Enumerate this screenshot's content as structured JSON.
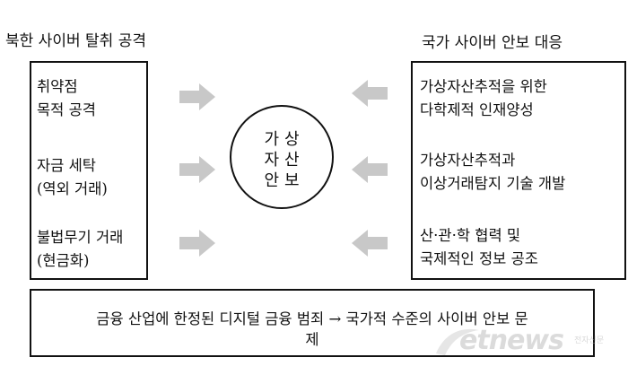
{
  "left": {
    "heading": "북한 사이버 탈취 공격",
    "items": [
      {
        "line1": "취약점",
        "line2": "목적 공격"
      },
      {
        "line1": "자금 세탁",
        "line2": "(역외 거래)"
      },
      {
        "line1": "불법무기 거래",
        "line2": "(현금화)"
      }
    ]
  },
  "right": {
    "heading": "국가 사이버 안보 대응",
    "items": [
      {
        "line1": "가상자산추적을 위한",
        "line2": "다학제적 인재양성"
      },
      {
        "line1": "가상자산추적과",
        "line2": "이상거래탐지 기술 개발"
      },
      {
        "line1": "산·관·학 협력 및",
        "line2": "국제적인 정보 공조"
      }
    ]
  },
  "center": {
    "line1": "가상",
    "line2": "자산",
    "line3": "안보"
  },
  "bottom": {
    "line1": "금융 산업에 한정된 디지털 금융 범죄 → 국가적 수준의 사이버 안보 문",
    "line2": "제"
  },
  "watermark": {
    "text": "etnews",
    "sub": "전자신문"
  },
  "colors": {
    "arrow": "#c8c8c8",
    "border": "#111111",
    "text": "#111111"
  }
}
